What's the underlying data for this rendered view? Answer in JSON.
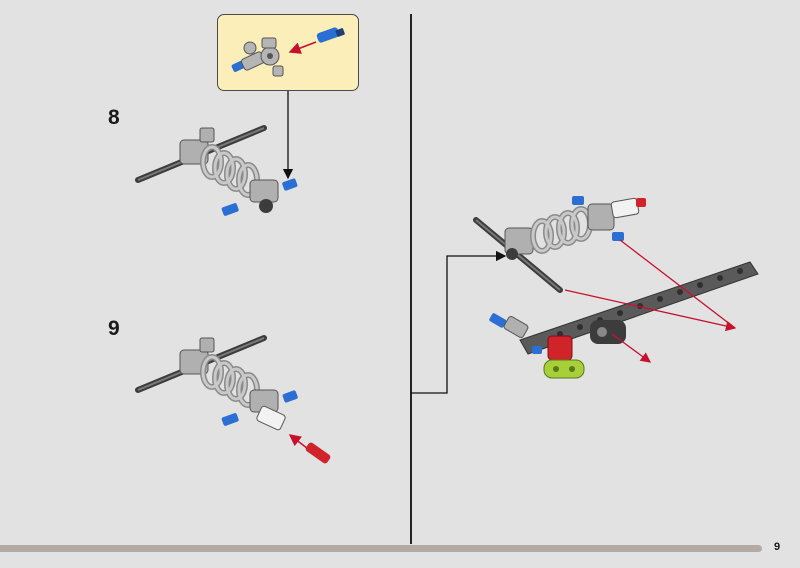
{
  "steps": [
    {
      "number": "8"
    },
    {
      "number": "9"
    }
  ],
  "page": {
    "number": "9"
  },
  "colors": {
    "background": "#e2e2e2",
    "callout_background": "#fbeeb8",
    "part_grey": "#a9a9a9",
    "part_dark": "#3c3c3c",
    "part_blue": "#2b6fd4",
    "part_red": "#d1232a",
    "part_lime": "#a6cf3a",
    "arrow_red": "#c8102e",
    "bottom_bar": "#b3aaa4"
  },
  "icons": [
    "shock-absorber-icon",
    "axle-icon",
    "connector-icon",
    "pin-icon",
    "beam-icon",
    "arrow-icon"
  ]
}
